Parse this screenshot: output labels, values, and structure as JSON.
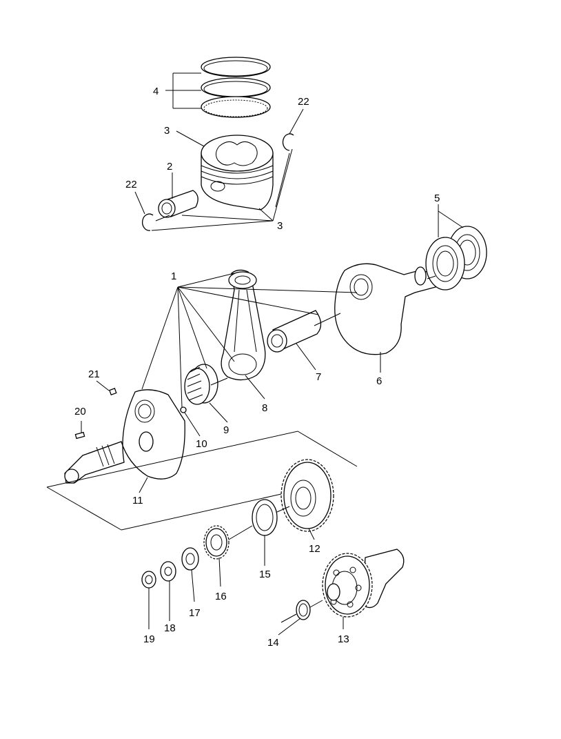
{
  "diagram": {
    "callouts": [
      {
        "id": "c1",
        "text": "1"
      },
      {
        "id": "c2",
        "text": "2"
      },
      {
        "id": "c3a",
        "text": "3"
      },
      {
        "id": "c3b",
        "text": "3"
      },
      {
        "id": "c4",
        "text": "4"
      },
      {
        "id": "c5",
        "text": "5"
      },
      {
        "id": "c6",
        "text": "6"
      },
      {
        "id": "c7",
        "text": "7"
      },
      {
        "id": "c8",
        "text": "8"
      },
      {
        "id": "c9",
        "text": "9"
      },
      {
        "id": "c10",
        "text": "10"
      },
      {
        "id": "c11",
        "text": "11"
      },
      {
        "id": "c12",
        "text": "12"
      },
      {
        "id": "c13",
        "text": "13"
      },
      {
        "id": "c14",
        "text": "14"
      },
      {
        "id": "c15",
        "text": "15"
      },
      {
        "id": "c16",
        "text": "16"
      },
      {
        "id": "c17",
        "text": "17"
      },
      {
        "id": "c18",
        "text": "18"
      },
      {
        "id": "c19",
        "text": "19"
      },
      {
        "id": "c20",
        "text": "20"
      },
      {
        "id": "c21",
        "text": "21"
      },
      {
        "id": "c22a",
        "text": "22"
      },
      {
        "id": "c22b",
        "text": "22"
      }
    ]
  }
}
